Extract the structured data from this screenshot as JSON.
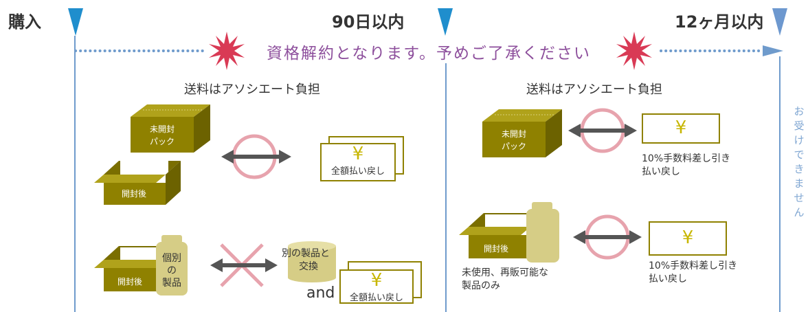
{
  "timeline": {
    "purchase": "購入",
    "within90": "90日以内",
    "within12m": "12ヶ月以内",
    "notice": "資格解約となります。予めご了承ください",
    "not_accepted": "お受けできません"
  },
  "left_panel": {
    "title": "送料はアソシエート負担",
    "box_unopened": [
      "未開封",
      "パック"
    ],
    "box_opened": "開封後",
    "refund_full": "全額払い戻し",
    "individual_bottle": [
      "個別",
      "の",
      "製品"
    ],
    "box_opened_2": "開封後",
    "exchange": [
      "別の製品と",
      "交換"
    ],
    "and": "and",
    "refund_full_2": "全額払い戻し"
  },
  "right_panel": {
    "title": "送料はアソシエート負担",
    "box_unopened": [
      "未開封",
      "パック"
    ],
    "refund_10pct": [
      "10%手数料差し引き",
      "払い戻し"
    ],
    "box_opened": "開封後",
    "resale_note": [
      "未使用、再販可能な",
      "製品のみ"
    ],
    "refund_10pct_2": [
      "10%手数料差し引き",
      "払い戻し"
    ]
  },
  "symbols": {
    "yen": "¥"
  },
  "colors": {
    "accent_blue": "#1f8ecd",
    "line_blue": "#6f9bcc",
    "notice_purple": "#8d4f9c",
    "burst_red": "#d93a55",
    "box_olive": "#8f8100",
    "bottle_tan": "#d6cd86",
    "ok_circle": "#e7a3ad"
  }
}
